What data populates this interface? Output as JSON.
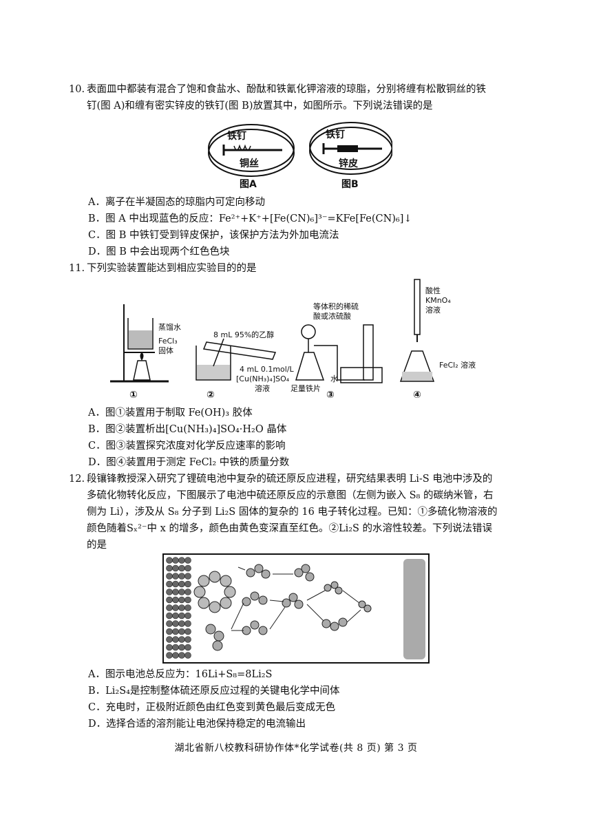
{
  "q10": {
    "number": "10.",
    "stem_line1": "表面皿中都装有混合了饱和食盐水、酚酞和铁氰化钾溶液的琼脂，分别将缠有松散铜丝的铁",
    "stem_line2": "钉(图 A)和缠有密实锌皮的铁钉(图 B)放置其中，如图所示。下列说法错误的是",
    "figA": {
      "nail": "铁钉",
      "wire": "铜丝",
      "caption": "图A"
    },
    "figB": {
      "nail": "铁钉",
      "skin": "锌皮",
      "caption": "图B"
    },
    "options": [
      "A．离子在半凝固态的琼脂内可定向移动",
      "B．图 A 中出现蓝色的反应：Fe²⁺+K⁺+[Fe(CN)₆]³⁻=KFe[Fe(CN)₆]↓",
      "C．图 B 中铁钉受到锌皮保护，该保护方法为外加电流法",
      "D．图 B 中会出现两个红色色块"
    ]
  },
  "q11": {
    "number": "11.",
    "stem": "下列实验装置能达到相应实验目的的是",
    "fig1": {
      "water": "蒸馏水",
      "solid1": "FeCl₃",
      "solid2": "固体",
      "mark": "①"
    },
    "fig2": {
      "ethanol": "8 mL 95%的乙醇",
      "sol1": "4 mL 0.1mol/L",
      "sol2": "[Cu(NH₃)₄]SO₄",
      "sol3": "溶液",
      "mark": "②"
    },
    "fig3": {
      "acid1": "等体积的稀硫",
      "acid2": "酸或浓硫酸",
      "water": "水",
      "iron": "足量铁片",
      "mark": "③"
    },
    "fig4": {
      "r1": "酸性",
      "r2": "KMnO₄",
      "r3": "溶液",
      "sol": "FeCl₂ 溶液",
      "mark": "④"
    },
    "options": [
      "A．图①装置用于制取 Fe(OH)₃ 胶体",
      "B．图②装置析出[Cu(NH₃)₄]SO₄·H₂O 晶体",
      "C．图③装置探究浓度对化学反应速率的影响",
      "D．图④装置用于测定 FeCl₂ 中铁的质量分数"
    ]
  },
  "q12": {
    "number": "12.",
    "stem_line1": "段镶锋教授深入研究了锂硫电池中复杂的硫还原反应进程，研究结果表明 Li-S 电池中涉及的",
    "stem_line2": "多硫化物转化反应，下图展示了电池中硫还原反应的示意图（左侧为嵌入 S₈ 的碳纳米管，右",
    "stem_line3": "侧为 Li），涉及从 S₈ 分子到 Li₂S 固体的复杂的 16 电子转化过程。已知：①多硫化物溶液的",
    "stem_line4": "颜色随着Sₓ²⁻中 x 的增多，颜色由黄色变深直至红色。②Li₂S 的水溶性较差。下列说法错误",
    "stem_line5": "的是",
    "options": [
      "A．图示电池总反应为：16Li+S₈=8Li₂S",
      "B．Li₂S₄是控制整体硫还原反应过程的关键电化学中间体",
      "C．充电时，正极附近颜色由红色变到黄色最后变成无色",
      "D．选择合适的溶剂能让电池保持稳定的电流输出"
    ]
  },
  "footer": "湖北省新八校教科研协作体*化学试卷(共 8 页) 第 3 页"
}
